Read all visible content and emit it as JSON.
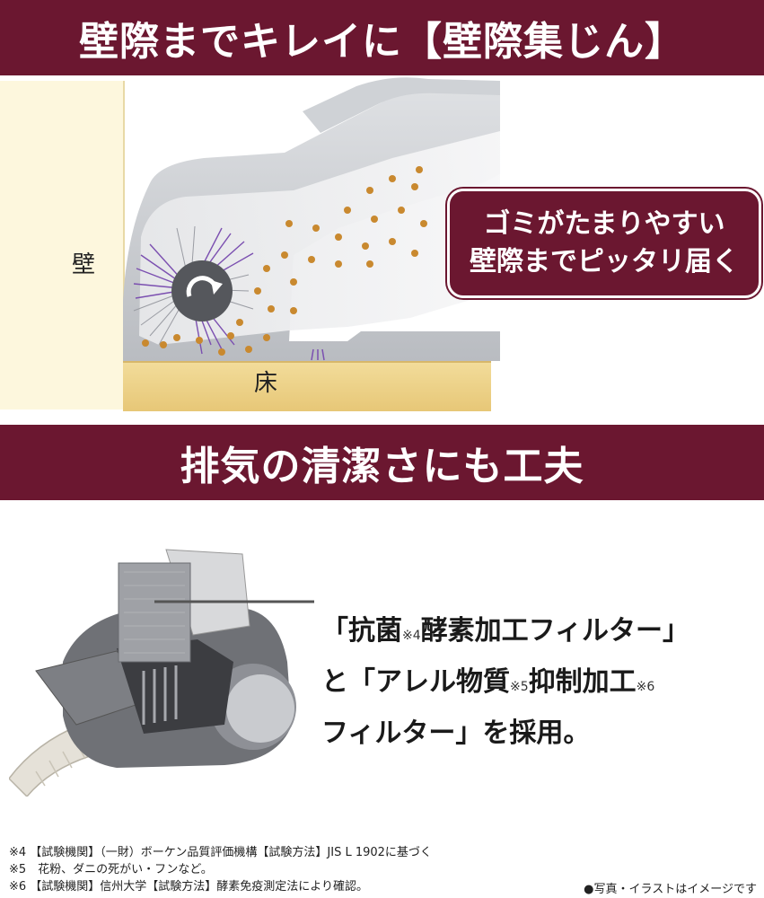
{
  "banner1": {
    "title": "壁際までキレイに【壁際集じん】"
  },
  "diagram": {
    "wall_label": "壁",
    "floor_label": "床",
    "callout_line1": "ゴミがたまりやすい",
    "callout_line2": "壁際までピッタリ届く"
  },
  "banner2": {
    "title": "排気の清潔さにも工夫"
  },
  "filter": {
    "line1_a": "「抗菌",
    "line1_note": "※4",
    "line1_b": "酵素加工フィルター」",
    "line2_a": "と「アレル物質",
    "line2_note1": "※5",
    "line2_b": "抑制加工",
    "line2_note2": "※6",
    "line3": "フィルター」を採用。"
  },
  "footnotes": {
    "n4": "※4 【試験機関】（一財）ボーケン品質評価機構【試験方法】JIS L 1902に基づく",
    "n5": "※5　花粉、ダニの死がい・フンなど。",
    "n6": "※6 【試験機関】信州大学【試験方法】酵素免疫測定法により確認。"
  },
  "disclaimer": "●写真・イラストはイメージです",
  "colors": {
    "banner": "#6b1730",
    "wall": "#fdf7dd",
    "floor": "#e7c777",
    "dust": "#c9892f",
    "brush": "#7b4fb0"
  },
  "icons": [
    "rotation-arrow-icon",
    "brush-bristles-icon"
  ]
}
